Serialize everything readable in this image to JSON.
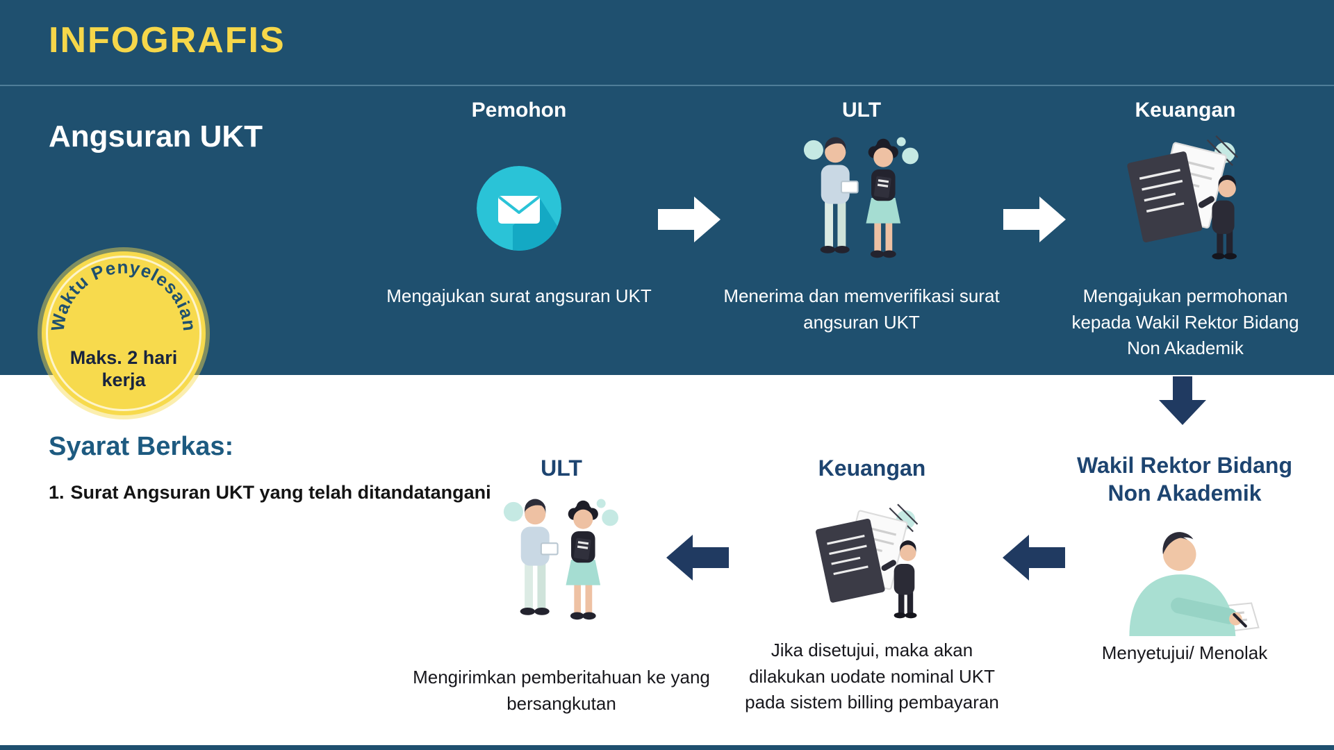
{
  "colors": {
    "primary_blue": "#1f506f",
    "navy": "#203a61",
    "accent_yellow": "#f6d74a",
    "cyan": "#2ac3d7",
    "white": "#ffffff"
  },
  "header": {
    "title": "INFOGRAFIS"
  },
  "top_section": {
    "title": "Angsuran UKT",
    "steps": [
      {
        "role": "Pemohon",
        "icon": "envelope-icon",
        "caption": "Mengajukan surat angsuran UKT"
      },
      {
        "role": "ULT",
        "icon": "staff-pair-illustration",
        "caption": "Menerima dan memverifikasi surat angsuran UKT"
      },
      {
        "role": "Keuangan",
        "icon": "documents-illustration",
        "caption": "Mengajukan permohonan kepada Wakil Rektor Bidang Non Akademik"
      }
    ]
  },
  "badge": {
    "arc_text": "Waktu Penyelesaian",
    "line1": "Maks. 2 hari",
    "line2": "kerja"
  },
  "requirements": {
    "title": "Syarat Berkas:",
    "items": [
      {
        "number": "1.",
        "text": "Surat Angsuran UKT yang telah ditandatangani"
      }
    ]
  },
  "bottom_section": {
    "steps": [
      {
        "role": "Wakil Rektor Bidang Non Akademik",
        "icon": "signing-illustration",
        "caption": "Menyetujui/ Menolak"
      },
      {
        "role": "Keuangan",
        "icon": "documents-illustration",
        "caption": "Jika disetujui, maka akan dilakukan uodate nominal UKT pada sistem billing pembayaran"
      },
      {
        "role": "ULT",
        "icon": "staff-pair-illustration",
        "caption": "Mengirimkan pemberitahuan ke yang bersangkutan"
      }
    ]
  }
}
